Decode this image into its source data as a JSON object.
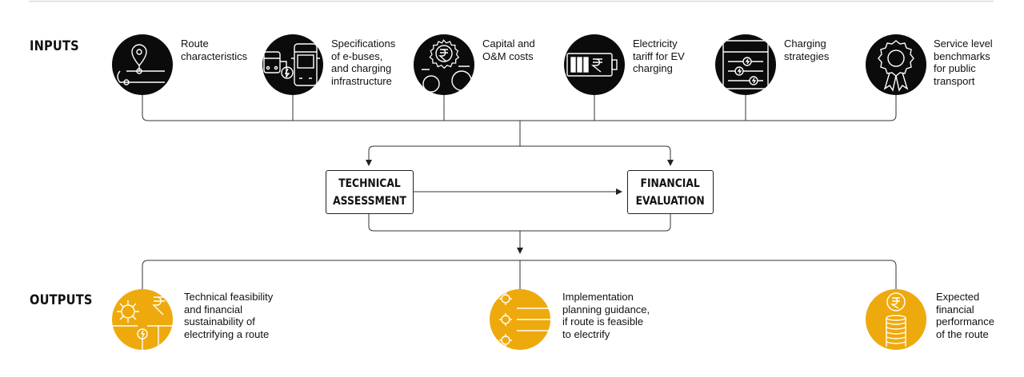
{
  "sections": {
    "inputs": "INPUTS",
    "outputs": "OUTPUTS"
  },
  "inputs": [
    {
      "icon": "location-pin-route-icon",
      "lines": [
        "Route",
        "characteristics"
      ]
    },
    {
      "icon": "bus-charger-icon",
      "lines": [
        "Specifications",
        "of e-buses,",
        "and charging",
        "infrastructure"
      ]
    },
    {
      "icon": "rupee-gears-icon",
      "lines": [
        "Capital and",
        "O&M costs"
      ]
    },
    {
      "icon": "battery-rupee-icon",
      "lines": [
        "Electricity",
        "tariff for EV",
        "charging"
      ]
    },
    {
      "icon": "charging-sliders-icon",
      "lines": [
        "Charging",
        "strategies"
      ]
    },
    {
      "icon": "award-ribbon-icon",
      "lines": [
        "Service level",
        "benchmarks",
        "for public",
        "transport"
      ]
    }
  ],
  "process": {
    "technical": [
      "TECHNICAL",
      "ASSESSMENT"
    ],
    "financial": [
      "FINANCIAL",
      "EVALUATION"
    ]
  },
  "outputs": [
    {
      "icon": "gears-rupee-charge-icon",
      "lines": [
        "Technical feasibility",
        "and financial",
        "sustainability of",
        "electrifying a route"
      ]
    },
    {
      "icon": "gears-list-icon",
      "lines": [
        "Implementation",
        "planning guidance,",
        "if route is feasible",
        "to electrify"
      ]
    },
    {
      "icon": "rupee-coins-icon",
      "lines": [
        "Expected",
        "financial",
        "performance",
        "of the route"
      ]
    }
  ],
  "colors": {
    "input_icon": "#0b0b0b",
    "output_icon": "#eeaa0d",
    "lines": "#333333"
  }
}
